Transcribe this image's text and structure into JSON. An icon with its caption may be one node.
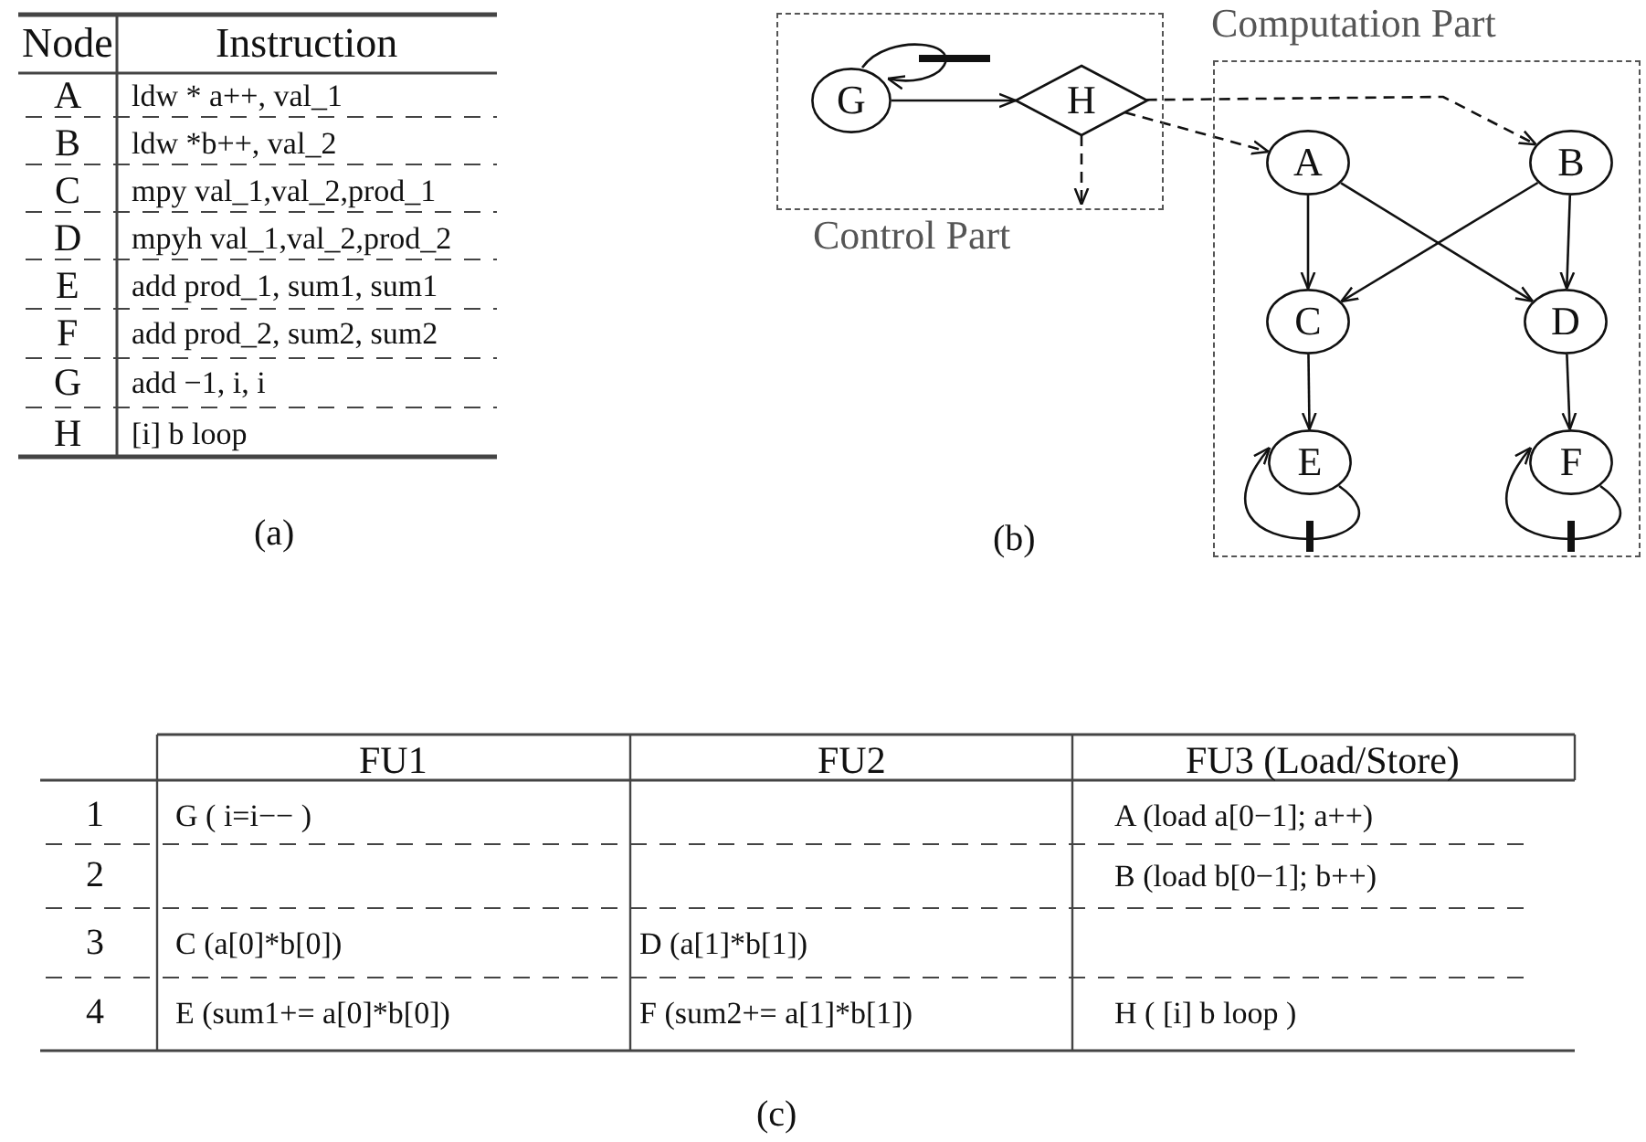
{
  "diagram": {
    "nodes": [
      {
        "text": [
          "Control Part"
        ]
      },
      {
        "text": [
          "G"
        ],
        "in": 0
      },
      {
        "text": [
          "H"
        ],
        "in": 0
      },
      {
        "text": [
          "Computation Part"
        ]
      },
      {
        "text": [
          "A"
        ],
        "in": 3
      },
      {
        "text": [
          "B"
        ],
        "in": 3
      },
      {
        "text": [
          "C"
        ],
        "in": 3
      },
      {
        "text": [
          "D"
        ],
        "in": 3
      },
      {
        "text": [
          "E"
        ],
        "in": 3
      },
      {
        "text": [
          "F"
        ],
        "in": 3
      }
    ],
    "edges": [
      {
        "from": 1,
        "to": 1,
        "arrow": "to"
      },
      {
        "from": 1,
        "to": 2,
        "arrow": "to"
      },
      {
        "from": 2,
        "to": 4,
        "arrow": "to",
        "style": "dashed"
      },
      {
        "from": 2,
        "to": 5,
        "arrow": "to",
        "style": "dashed"
      },
      {
        "from": 2,
        "to": null,
        "arrow": "to",
        "style": "dashed"
      },
      {
        "from": 4,
        "to": 6,
        "arrow": "to"
      },
      {
        "from": 4,
        "to": 7,
        "arrow": "to"
      },
      {
        "from": 5,
        "to": 6,
        "arrow": "to"
      },
      {
        "from": 5,
        "to": 7,
        "arrow": "to"
      },
      {
        "from": 6,
        "to": 8,
        "arrow": "to"
      },
      {
        "from": 7,
        "to": 9,
        "arrow": "to"
      },
      {
        "from": 8,
        "to": 8,
        "arrow": "to"
      },
      {
        "from": 9,
        "to": 9,
        "arrow": "to"
      }
    ],
    "labels": [
      "Node",
      "Instruction",
      "A",
      "ldw * a++, val_1",
      "B",
      "ldw  *b++, val_2",
      "C",
      "mpy  val_1,val_2,prod_1",
      "D",
      "mpyh  val_1,val_2,prod_2",
      "E",
      "add prod_1, sum1, sum1",
      "F",
      "add prod_2, sum2, sum2",
      "G",
      "add  −1, i, i",
      "H",
      "[i] b   loop",
      "(a)",
      "(b)",
      "FU1",
      "FU2",
      "FU3 (Load/Store)",
      "1",
      "G ( i=i−− )",
      "A  (load  a[0−1]; a++)",
      "2",
      "B  (load b[0−1]; b++)",
      "3",
      "C (a[0]*b[0])",
      "D (a[1]*b[1])",
      "4",
      "E (sum1+= a[0]*b[0])",
      "F (sum2+= a[1]*b[1])",
      "H  ( [i] b loop )",
      "(c)"
    ]
  }
}
